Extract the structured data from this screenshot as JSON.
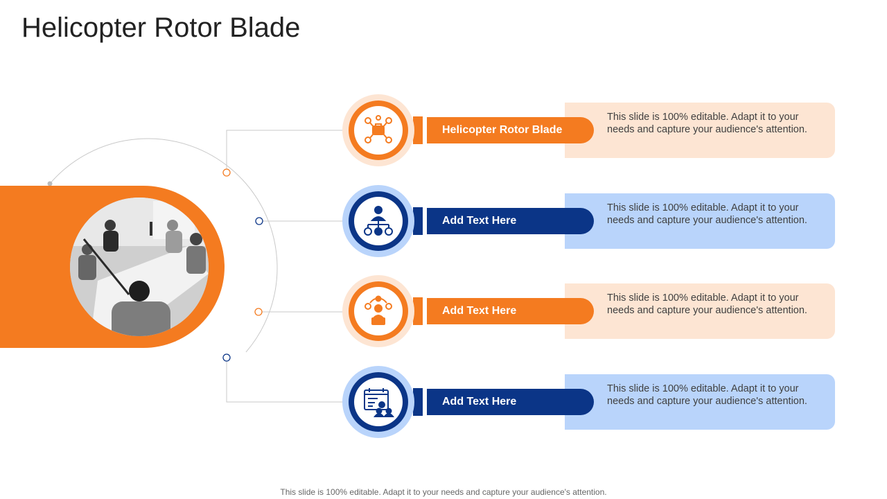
{
  "title": "Helicopter Rotor Blade",
  "colors": {
    "orange": "#F47B20",
    "orange_light": "#FDE5D3",
    "blue": "#0B3587",
    "blue_light": "#B9D4FB"
  },
  "items": [
    {
      "label": "Helicopter Rotor Blade",
      "text": "This slide is 100% editable. Adapt it to your needs and capture your audience's attention.",
      "icon": "network-gear-icon",
      "color": "orange"
    },
    {
      "label": "Add Text Here",
      "text": "This slide is 100% editable. Adapt it to your needs and capture your audience's attention.",
      "icon": "org-chart-icon",
      "color": "blue"
    },
    {
      "label": "Add Text Here",
      "text": "This slide is 100% editable. Adapt it to your needs and capture your audience's attention.",
      "icon": "user-laptop-icon",
      "color": "orange"
    },
    {
      "label": "Add Text Here",
      "text": "This slide is 100% editable. Adapt it to your needs and capture your audience's attention.",
      "icon": "schedule-team-icon",
      "color": "blue"
    }
  ],
  "footer": "This slide is 100% editable. Adapt it to your needs and capture your audience's attention."
}
